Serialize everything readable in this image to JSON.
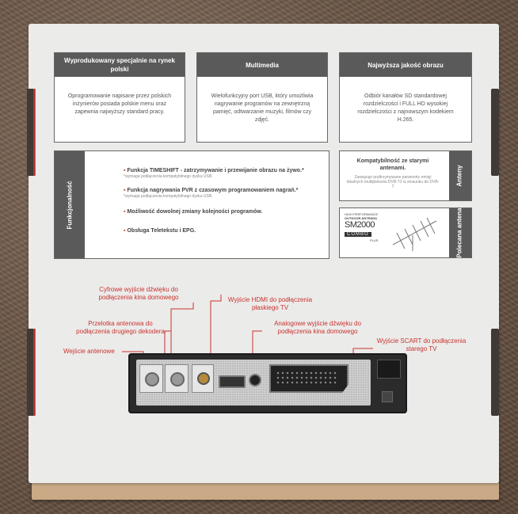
{
  "cards": [
    {
      "title": "Wyprodukowany specjalnie na rynek polski",
      "body": "Oprogramowanie napisane przez polskich inżynierów posiada polskie menu oraz zapewnia najwyższy standard pracy."
    },
    {
      "title": "Multimedia",
      "body": "Wielofunkcyjny port USB, który umożliwia nagrywanie programów na zewnętrzną pamięć, odtwarzanie muzyki, filmów czy zdjęć."
    },
    {
      "title": "Najwyższa jakość obrazu",
      "body": "Odbiór kanałów SD standardowej rozdzielczości i FULL HD wysokiej rozdzielczości z najnowszym kodekiem H.265."
    }
  ],
  "features": {
    "tab": "Funkcjonalność",
    "items": [
      {
        "text": "Funkcja TIMESHIFT - zatrzymywanie i przewijanie obrazu na żywo.*",
        "note": "*wymaga podłączenia kompatybilnego dysku USB."
      },
      {
        "text": "Funkcja nagrywania PVR z czasowym programowaniem nagrań.*",
        "note": "*wymaga podłączenia kompatybilnego dysku USB."
      },
      {
        "text": "Możliwość dowolnej zmiany kolejności programów.",
        "note": ""
      },
      {
        "text": "Obsługa Teletekstu i EPG.",
        "note": ""
      }
    ]
  },
  "antenna": {
    "tab": "Anteny",
    "title": "Kompatybilność ze starymi antenami.",
    "note": "Zawiązuje podtrzymywane parametry emisji lokalnych multipleksów DVB-T2 w stosunku do DVB-T"
  },
  "recommended": {
    "tab": "Polecana antena",
    "line1": "HIGH PERFORMANCE",
    "line2": "OUTDOOR ANTENNA",
    "model": "SM2000",
    "combo": "COMBO",
    "plus": "PLUS"
  },
  "callouts": {
    "digital_audio": "Cyfrowe wyjście dźwięku do podłączenia kina domowego",
    "loop": "Przelotka antenowa do podłączenia drugiego dekodera",
    "ant_in": "Wejście antenowe",
    "hdmi": "Wyjście HDMI do podłączenia płaskiego TV",
    "analog_audio": "Analogowe wyjście dźwięku do podłączenia kina domowego",
    "scart": "Wyjście SCART do podłączenia starego TV"
  },
  "colors": {
    "accent": "#c9332e",
    "header": "#5a5a5a"
  }
}
